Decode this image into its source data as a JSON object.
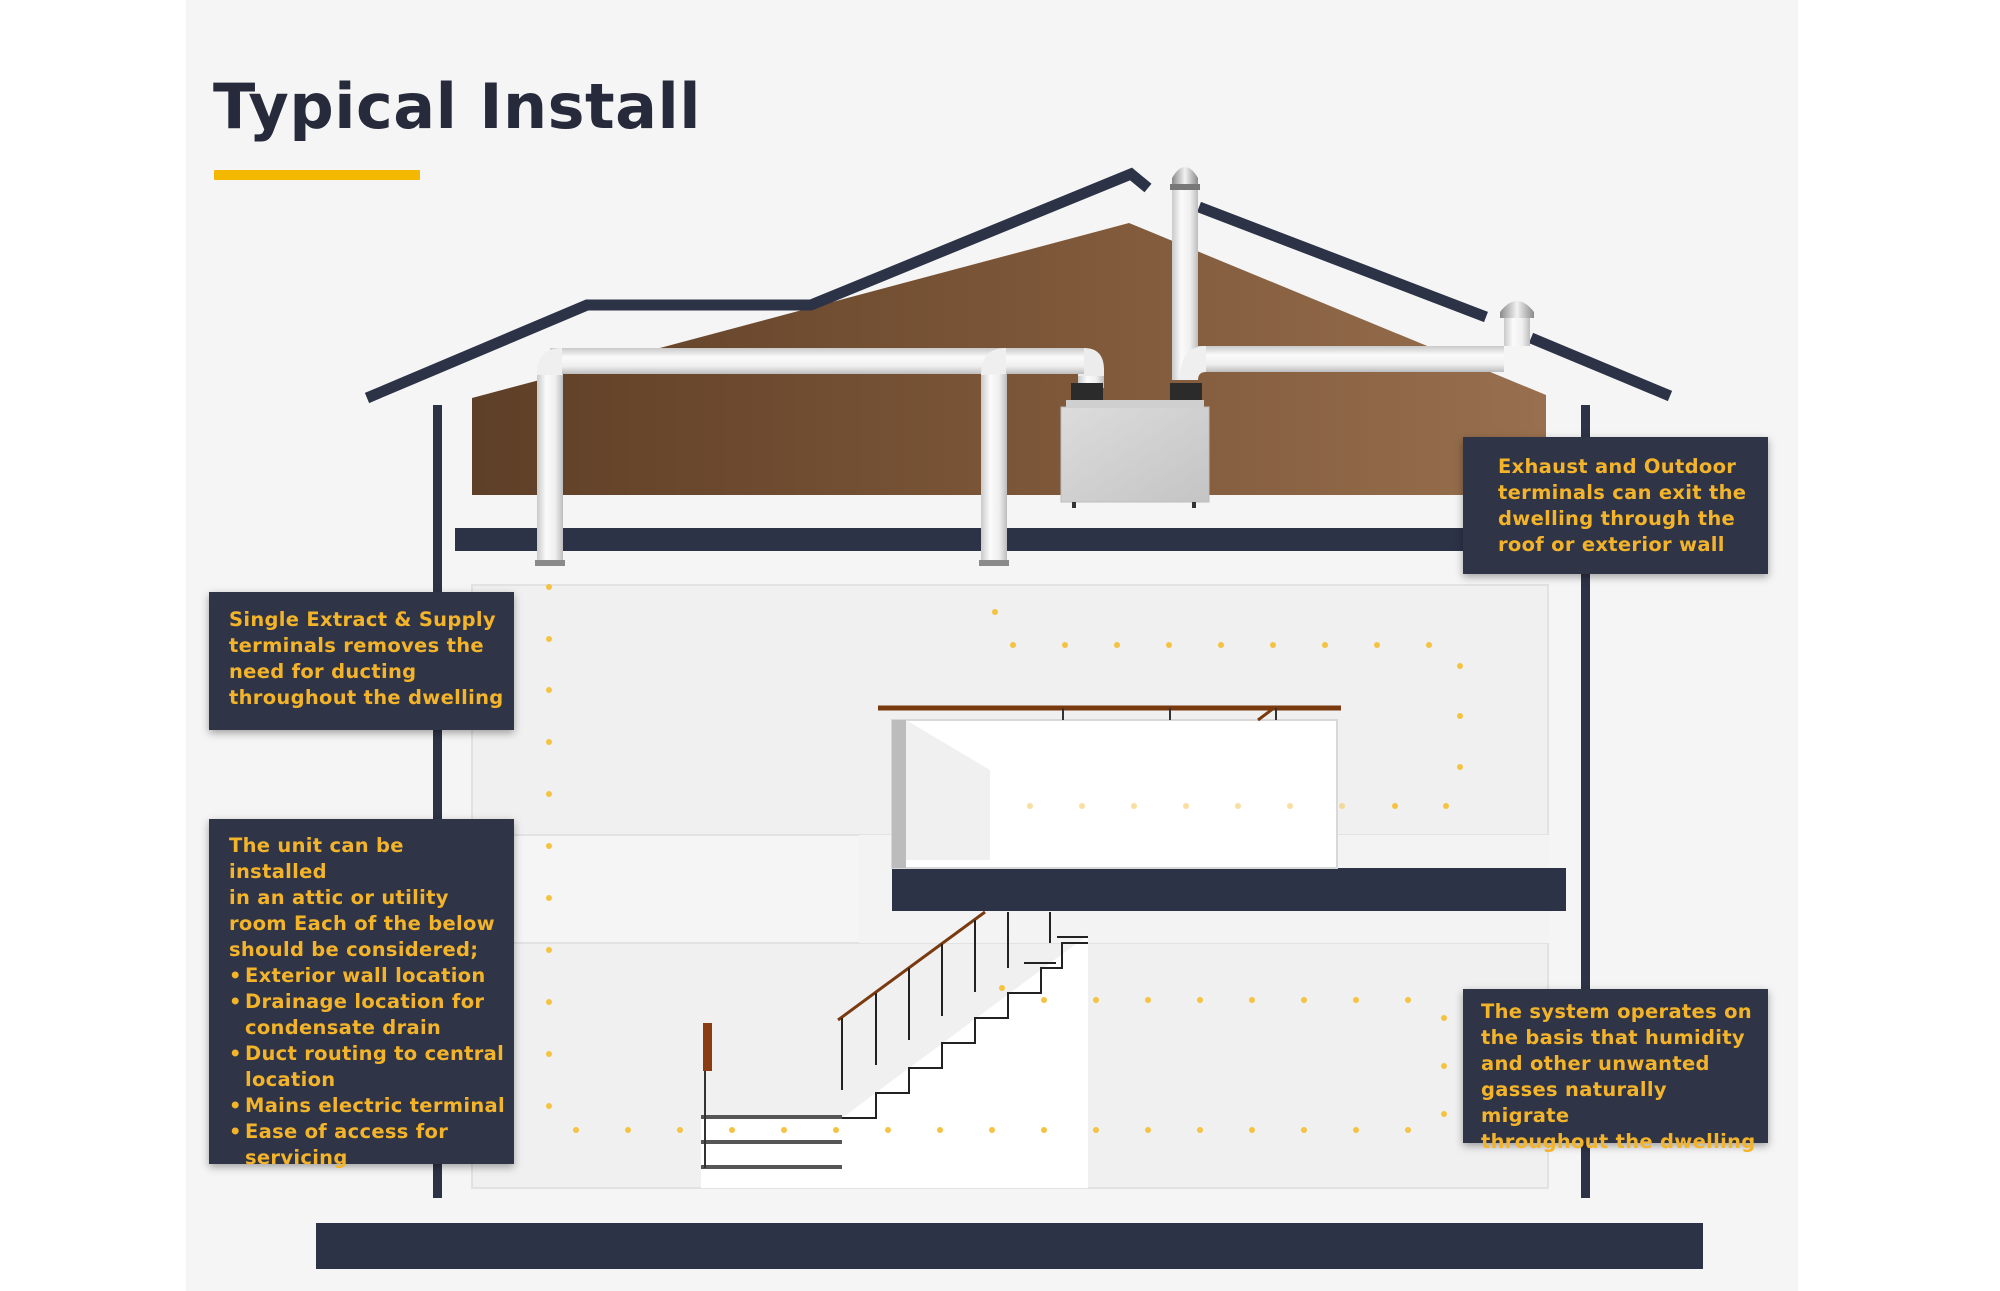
{
  "title": "Typical Install",
  "colors": {
    "navy": "#2d3347",
    "accent_yellow": "#f5b800",
    "callout_text": "#f4b42a",
    "attic_brown": "#8b6445",
    "duct_white": "#eeeeee",
    "airflow_dots": "#f5c242",
    "stair_rail": "#7a3a10"
  },
  "callouts": {
    "terminals": {
      "text": "Exhaust and Outdoor\nterminals can exit the\ndwelling through the\nroof or exterior wall"
    },
    "single": {
      "text": "Single Extract & Supply\nterminals removes the\nneed for ducting\nthroughout the dwelling"
    },
    "unit": {
      "intro": "The unit can be installed\nin an attic or utility\nroom Each of the below\nshould be considered;",
      "items": [
        "Exterior wall location",
        "Drainage location for\ncondensate drain",
        "Duct routing to central\nlocation",
        "Mains electric terminal",
        "Ease of access for\nservicing"
      ]
    },
    "system": {
      "text": "The system operates on\nthe basis that humidity\nand other unwanted\ngasses naturally migrate\nthroughout the dwelling"
    }
  },
  "icons": [
    "house-cross-section",
    "roof-outline",
    "mvhr-unit",
    "duct-pipes",
    "roof-terminal-cap",
    "wall-terminal-cap",
    "staircase",
    "landing-railing",
    "airflow-dots"
  ]
}
